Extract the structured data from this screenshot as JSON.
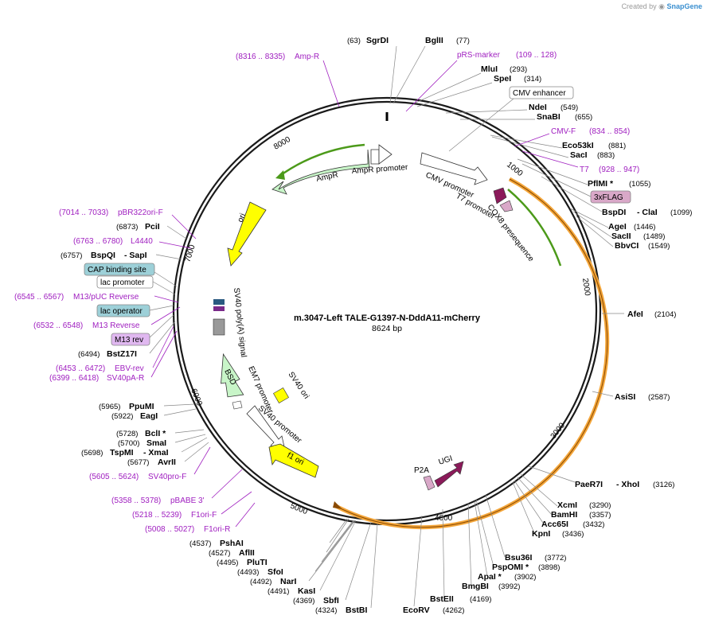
{
  "watermark": {
    "created_by": "Created by",
    "brand": "SnapGene"
  },
  "plasmid": {
    "name": "m.3047-Left TALE-G1397-N-DddA11-mCherry",
    "size": "8624 bp"
  },
  "scale_ticks": [
    "1000",
    "2000",
    "3000",
    "4000",
    "5000",
    "6000",
    "7000",
    "8000"
  ],
  "enzymes_right": [
    {
      "pos": "(63)",
      "name": "SgrDI"
    },
    {
      "name": "BglII",
      "pos": "(77)"
    },
    {
      "name": "MluI",
      "pos": "(293)"
    },
    {
      "name": "SpeI",
      "pos": "(314)"
    },
    {
      "name": "NdeI",
      "pos": "(549)"
    },
    {
      "name": "SnaBI",
      "pos": "(655)"
    },
    {
      "name": "Eco53kI",
      "pos": "(881)"
    },
    {
      "name": "SacI",
      "pos": "(883)"
    },
    {
      "name": "PflMI *",
      "pos": "(1055)"
    },
    {
      "name": "BspDI",
      "name2": "- ClaI",
      "pos": "(1099)"
    },
    {
      "name": "AgeI",
      "pos": "(1446)"
    },
    {
      "name": "SacII",
      "pos": "(1489)"
    },
    {
      "name": "BbvCI",
      "pos": "(1549)"
    },
    {
      "name": "AfeI",
      "pos": "(2104)"
    },
    {
      "name": "AsiSI",
      "pos": "(2587)"
    },
    {
      "name": "PaeR7I",
      "name2": "- XhoI",
      "pos": "(3126)"
    },
    {
      "name": "XcmI",
      "pos": "(3290)"
    },
    {
      "name": "BamHI",
      "pos": "(3357)"
    },
    {
      "name": "Acc65I",
      "pos": "(3432)"
    },
    {
      "name": "KpnI",
      "pos": "(3436)"
    },
    {
      "name": "Bsu36I",
      "pos": "(3772)"
    },
    {
      "name": "PspOMI *",
      "pos": "(3898)"
    },
    {
      "name": "ApaI *",
      "pos": "(3902)"
    },
    {
      "name": "BmgBI",
      "pos": "(3992)"
    },
    {
      "name": "BstEII",
      "pos": "(4169)"
    },
    {
      "name": "EcoRV",
      "pos": "(4262)"
    }
  ],
  "enzymes_left": [
    {
      "pos": "(6873)",
      "name": "PciI"
    },
    {
      "pos": "(6757)",
      "name": "BspQI",
      "name2": "- SapI"
    },
    {
      "pos": "(6494)",
      "name": "BstZ17I"
    },
    {
      "pos": "(5965)",
      "name": "PpuMI"
    },
    {
      "pos": "(5922)",
      "name": "EagI"
    },
    {
      "pos": "(5728)",
      "name": "BclI *"
    },
    {
      "pos": "(5700)",
      "name": "SmaI"
    },
    {
      "pos": "(5698)",
      "name": "TspMI",
      "name2": "- XmaI"
    },
    {
      "pos": "(5677)",
      "name": "AvrII"
    },
    {
      "pos": "(4537)",
      "name": "PshAI"
    },
    {
      "pos": "(4527)",
      "name": "AflII"
    },
    {
      "pos": "(4495)",
      "name": "PluTI"
    },
    {
      "pos": "(4493)",
      "name": "SfoI"
    },
    {
      "pos": "(4492)",
      "name": "NarI"
    },
    {
      "pos": "(4491)",
      "name": "KasI"
    },
    {
      "pos": "(4369)",
      "name": "SbfI"
    },
    {
      "pos": "(4324)",
      "name": "BstBI"
    }
  ],
  "primers": [
    {
      "range": "(8316 .. 8335)",
      "name": "Amp-R"
    },
    {
      "name": "pRS-marker",
      "range": "(109 .. 128)"
    },
    {
      "name": "CMV-F",
      "range": "(834 .. 854)"
    },
    {
      "name": "T7",
      "range": "(928 .. 947)"
    },
    {
      "range": "(7014 .. 7033)",
      "name": "pBR322ori-F"
    },
    {
      "range": "(6763 .. 6780)",
      "name": "L4440"
    },
    {
      "range": "(6545 .. 6567)",
      "name": "M13/pUC Reverse"
    },
    {
      "range": "(6532 .. 6548)",
      "name": "M13 Reverse"
    },
    {
      "range": "(6453 .. 6472)",
      "name": "EBV-rev"
    },
    {
      "range": "(6399 .. 6418)",
      "name": "SV40pA-R"
    },
    {
      "range": "(5605 .. 5624)",
      "name": "SV40pro-F"
    },
    {
      "range": "(5358 .. 5378)",
      "name": "pBABE 3'"
    },
    {
      "range": "(5218 .. 5239)",
      "name": "F1ori-F"
    },
    {
      "range": "(5008 .. 5027)",
      "name": "F1ori-R"
    }
  ],
  "boxed_labels": {
    "cmv_enhancer": "CMV enhancer",
    "flag": "3xFLAG",
    "cap": "CAP binding site",
    "lac_promoter": "lac promoter",
    "lac_operator": "lac operator",
    "m13_rev": "M13 rev"
  },
  "features": {
    "ampr": "AmpR",
    "ampr_promoter": "AmpR promoter",
    "cmv_promoter": "CMV promoter",
    "t7_promoter": "T7 promoter",
    "cox8": "COX8 presequence",
    "ori": "ori",
    "sv40_polya": "SV40 poly(A) signal",
    "em7": "EM7 promoter",
    "bsd": "BSD",
    "sv40_promoter": "SV40 promoter",
    "sv40_ori": "SV40 ori",
    "f1_ori": "f1 ori",
    "p2a": "P2A",
    "ugi": "UGI"
  },
  "colors": {
    "ring": "#1a1a1a",
    "orange_feature": "#f4a63a",
    "green_feature": "#4c9a1a",
    "ampr_fill": "#c8f5c8",
    "ori_fill": "#ffff00",
    "promoter_fill": "#ffffff",
    "cox8_fill": "#8b1a5a",
    "primer_purple": "#a020c0",
    "lac_blue": "#9dd0d8",
    "flag_pink": "#d9a8c8",
    "m13_purple": "#e0b8f0"
  }
}
